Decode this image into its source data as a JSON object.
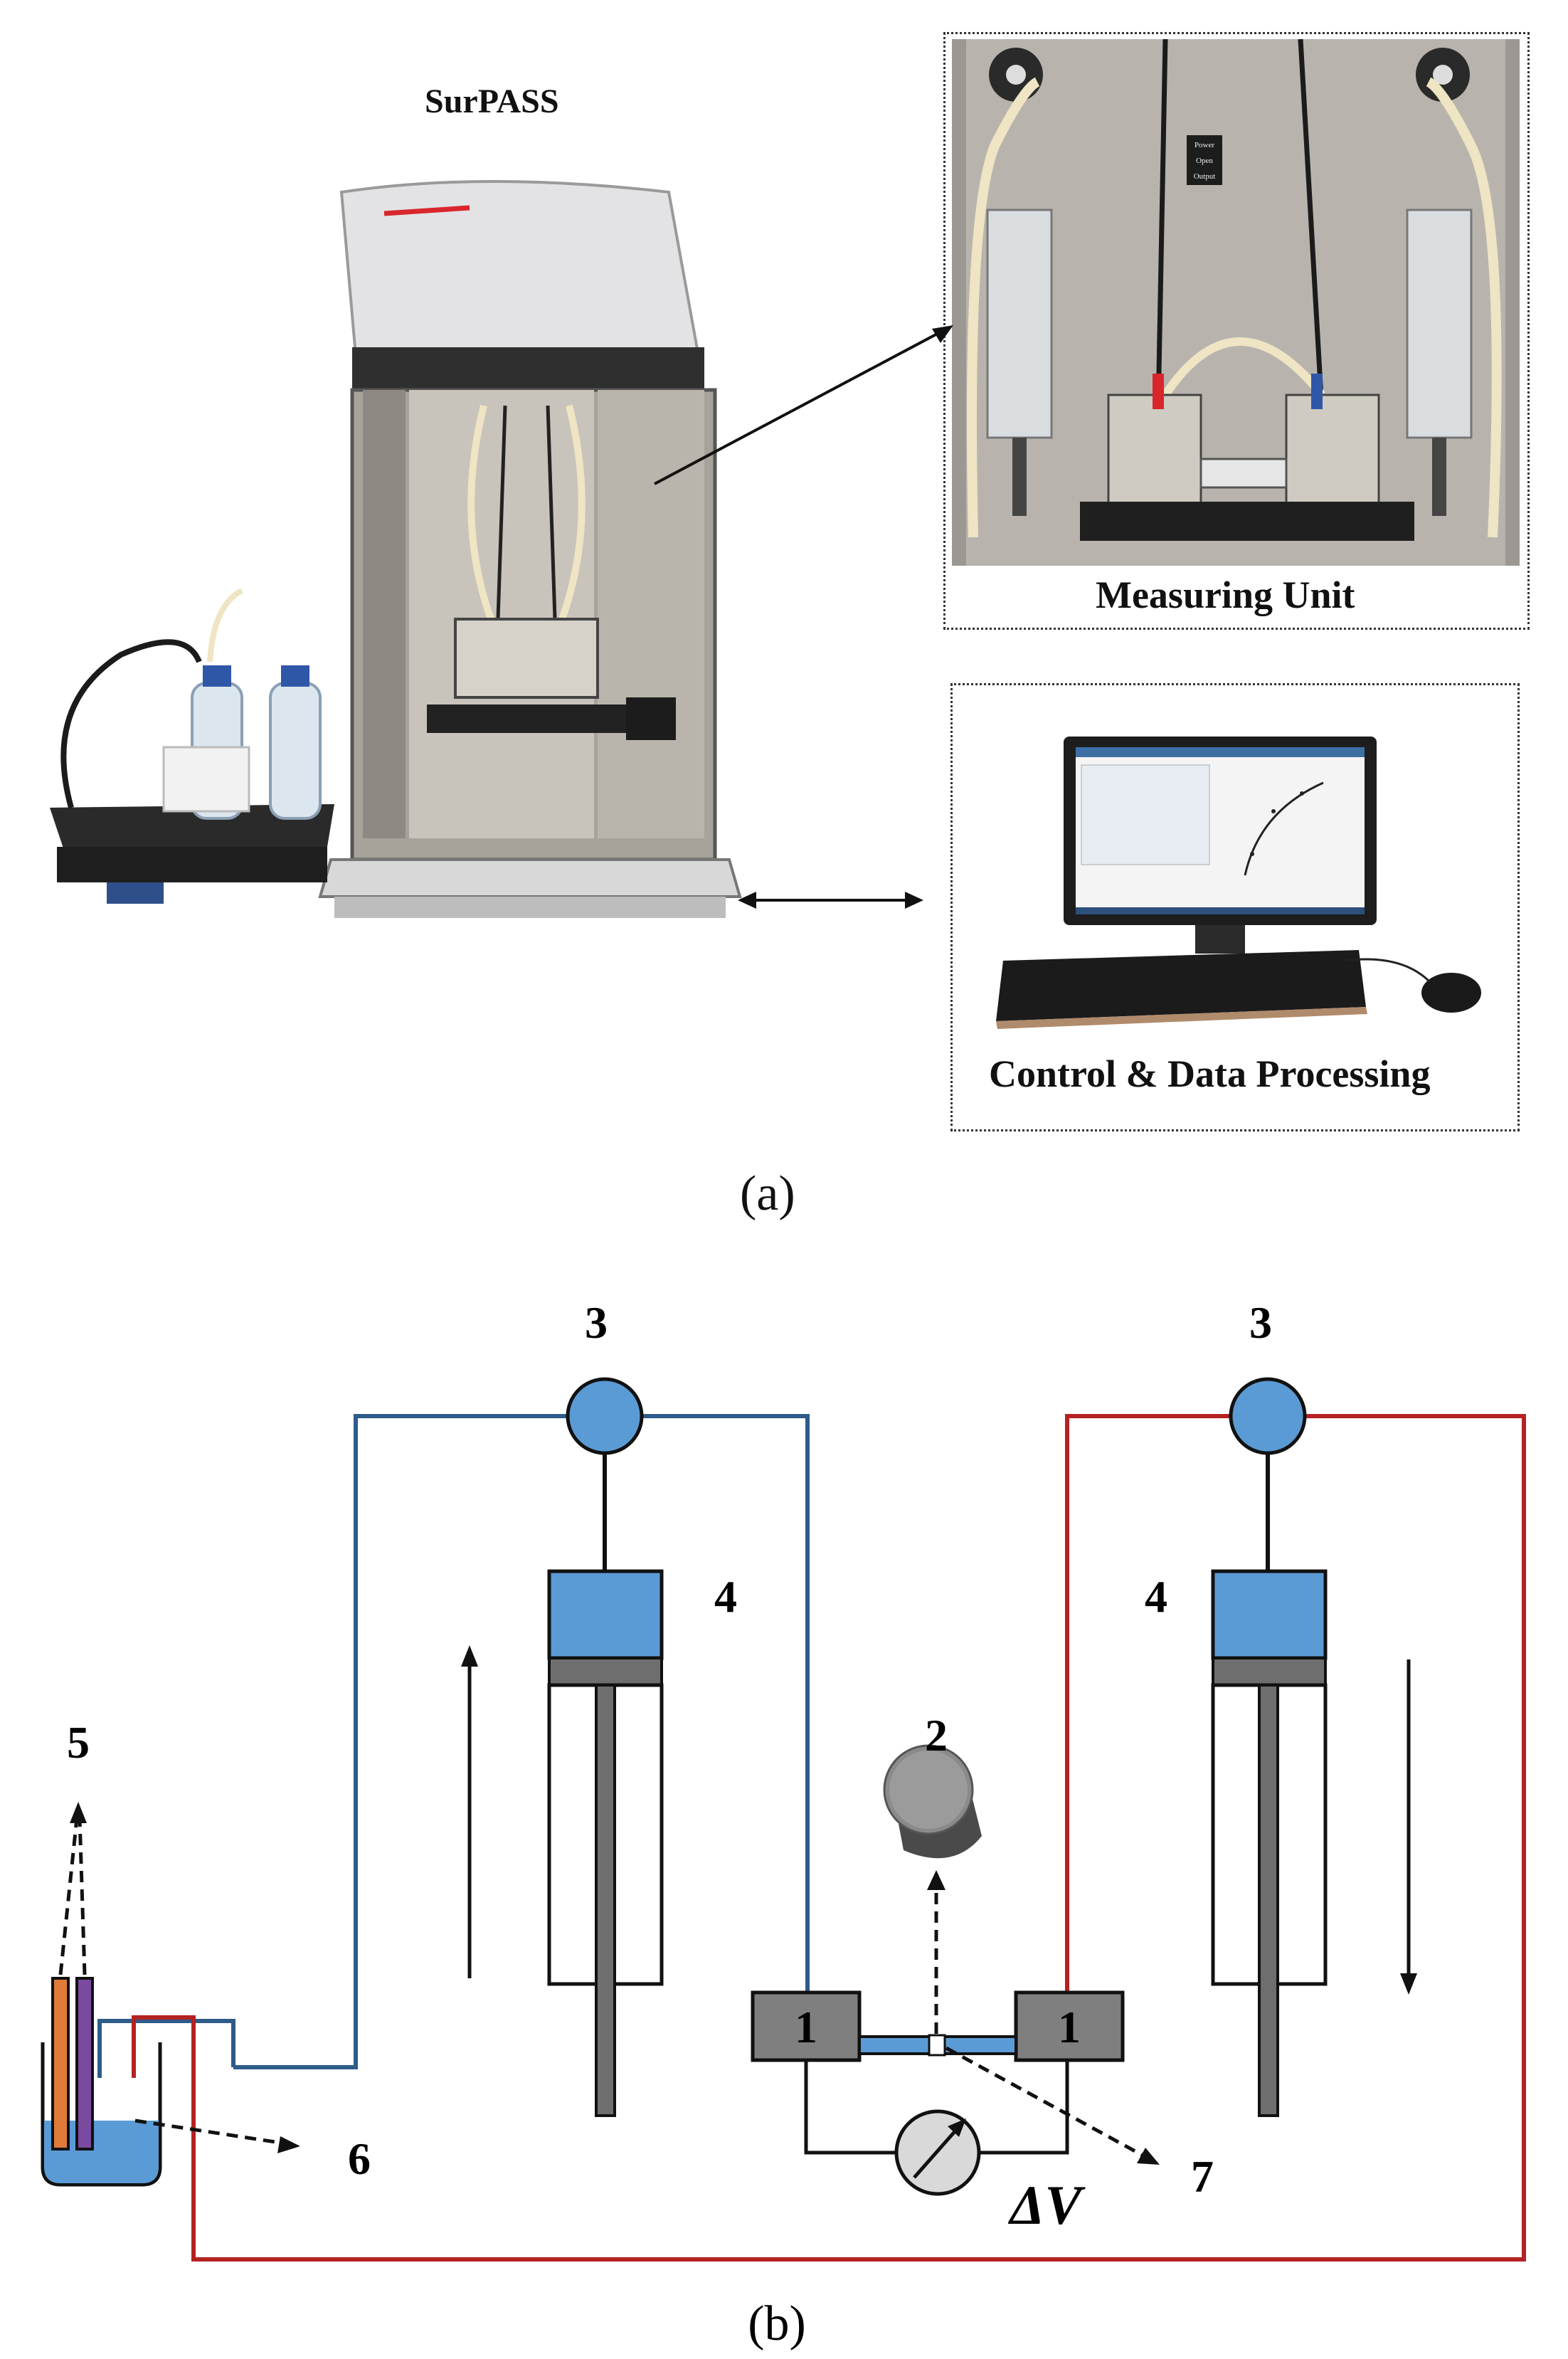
{
  "panel_a": {
    "instrument_title": "SurPASS",
    "measuring_unit_caption": "Measuring Unit",
    "control_caption": "Control & Data Processing",
    "caption": "(a)",
    "panel_labels": [
      "Power",
      "Open",
      "Output"
    ]
  },
  "panel_b": {
    "caption": "(b)",
    "numbers": {
      "n1_left": "1",
      "n1_right": "1",
      "n2": "2",
      "n3_left": "3",
      "n3_right": "3",
      "n4_left": "4",
      "n4_right": "4",
      "n5": "5",
      "n6": "6",
      "n7": "7"
    },
    "voltage_label": "ΔV"
  },
  "colors": {
    "blue_line": "#2e5c8a",
    "red_line": "#b52222",
    "fluid_blue": "#5b9bd5",
    "piston_gray": "#6e6e6e",
    "cell_gray": "#7f7f7f",
    "orange_electrode": "#e07b39",
    "purple_electrode": "#7a4aa0"
  }
}
